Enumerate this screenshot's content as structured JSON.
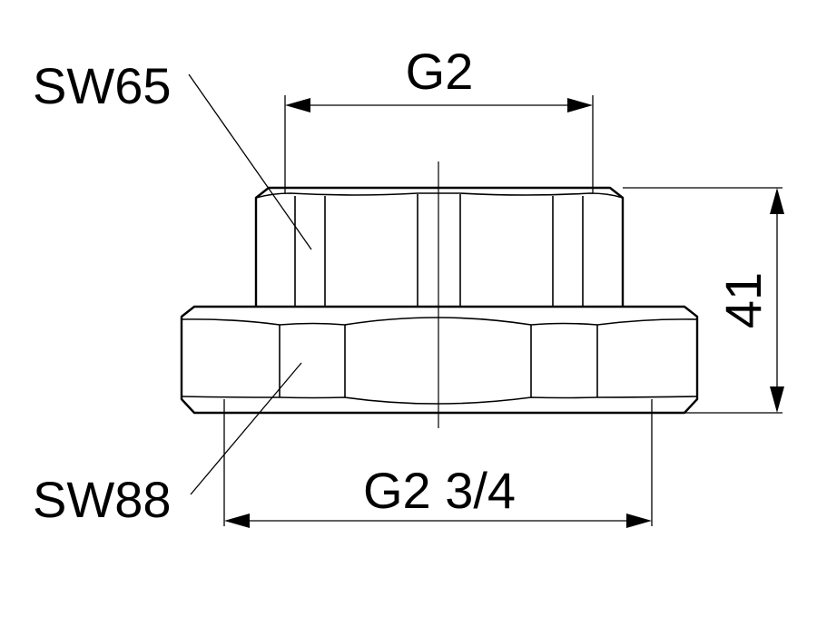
{
  "labels": {
    "top_width": "G2",
    "bottom_width": "G2 3/4",
    "height": "41",
    "upper_hex": "SW65",
    "lower_hex": "SW88"
  }
}
